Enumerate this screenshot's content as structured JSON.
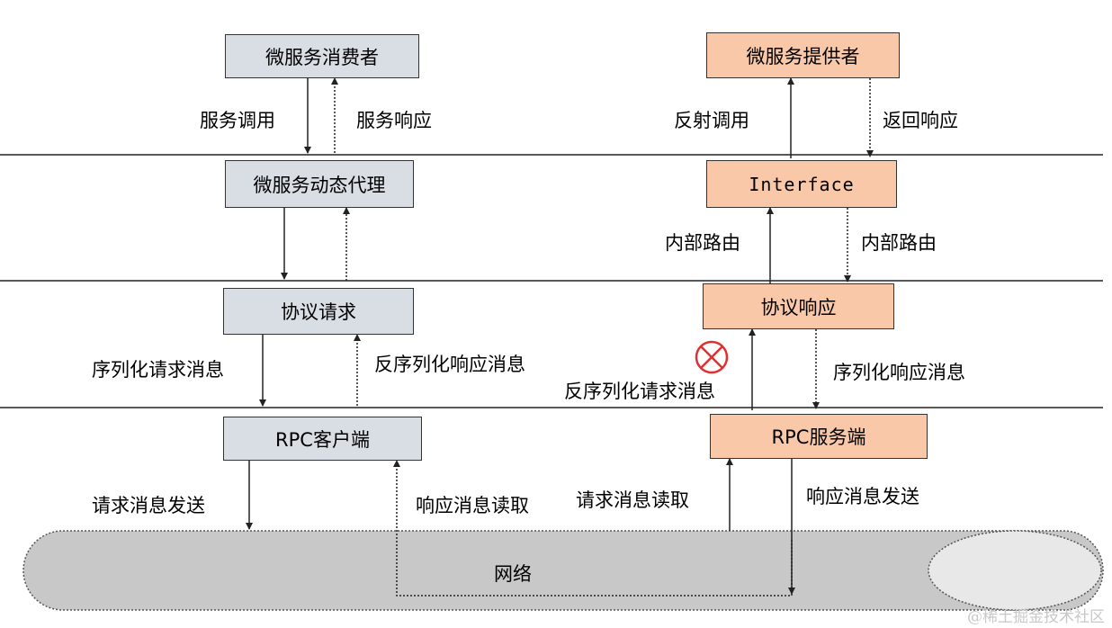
{
  "left": {
    "consumer": "微服务消费者",
    "proxy": "微服务动态代理",
    "protocol_request": "协议请求",
    "rpc_client": "RPC客户端"
  },
  "right": {
    "provider": "微服务提供者",
    "interface": "Interface",
    "protocol_response": "协议响应",
    "rpc_server": "RPC服务端"
  },
  "labels": {
    "service_call": "服务调用",
    "service_response": "服务响应",
    "reflection_call": "反射调用",
    "return_response": "返回响应",
    "internal_route_up": "内部路由",
    "internal_route_down": "内部路由",
    "serialize_request": "序列化请求消息",
    "deserialize_response": "反序列化响应消息",
    "deserialize_request": "反序列化请求消息",
    "serialize_response": "序列化响应消息",
    "send_request": "请求消息发送",
    "read_response": "响应消息读取",
    "read_request": "请求消息读取",
    "send_response": "响应消息发送"
  },
  "network": "网络",
  "watermark": "@稀土掘金技术社区",
  "colors": {
    "left_box": "#d9dde4",
    "right_box": "#f8c8a8",
    "network": "#c8c8c8",
    "error_marker": "#e03030"
  },
  "error_marker_icon": "circle-x-icon"
}
